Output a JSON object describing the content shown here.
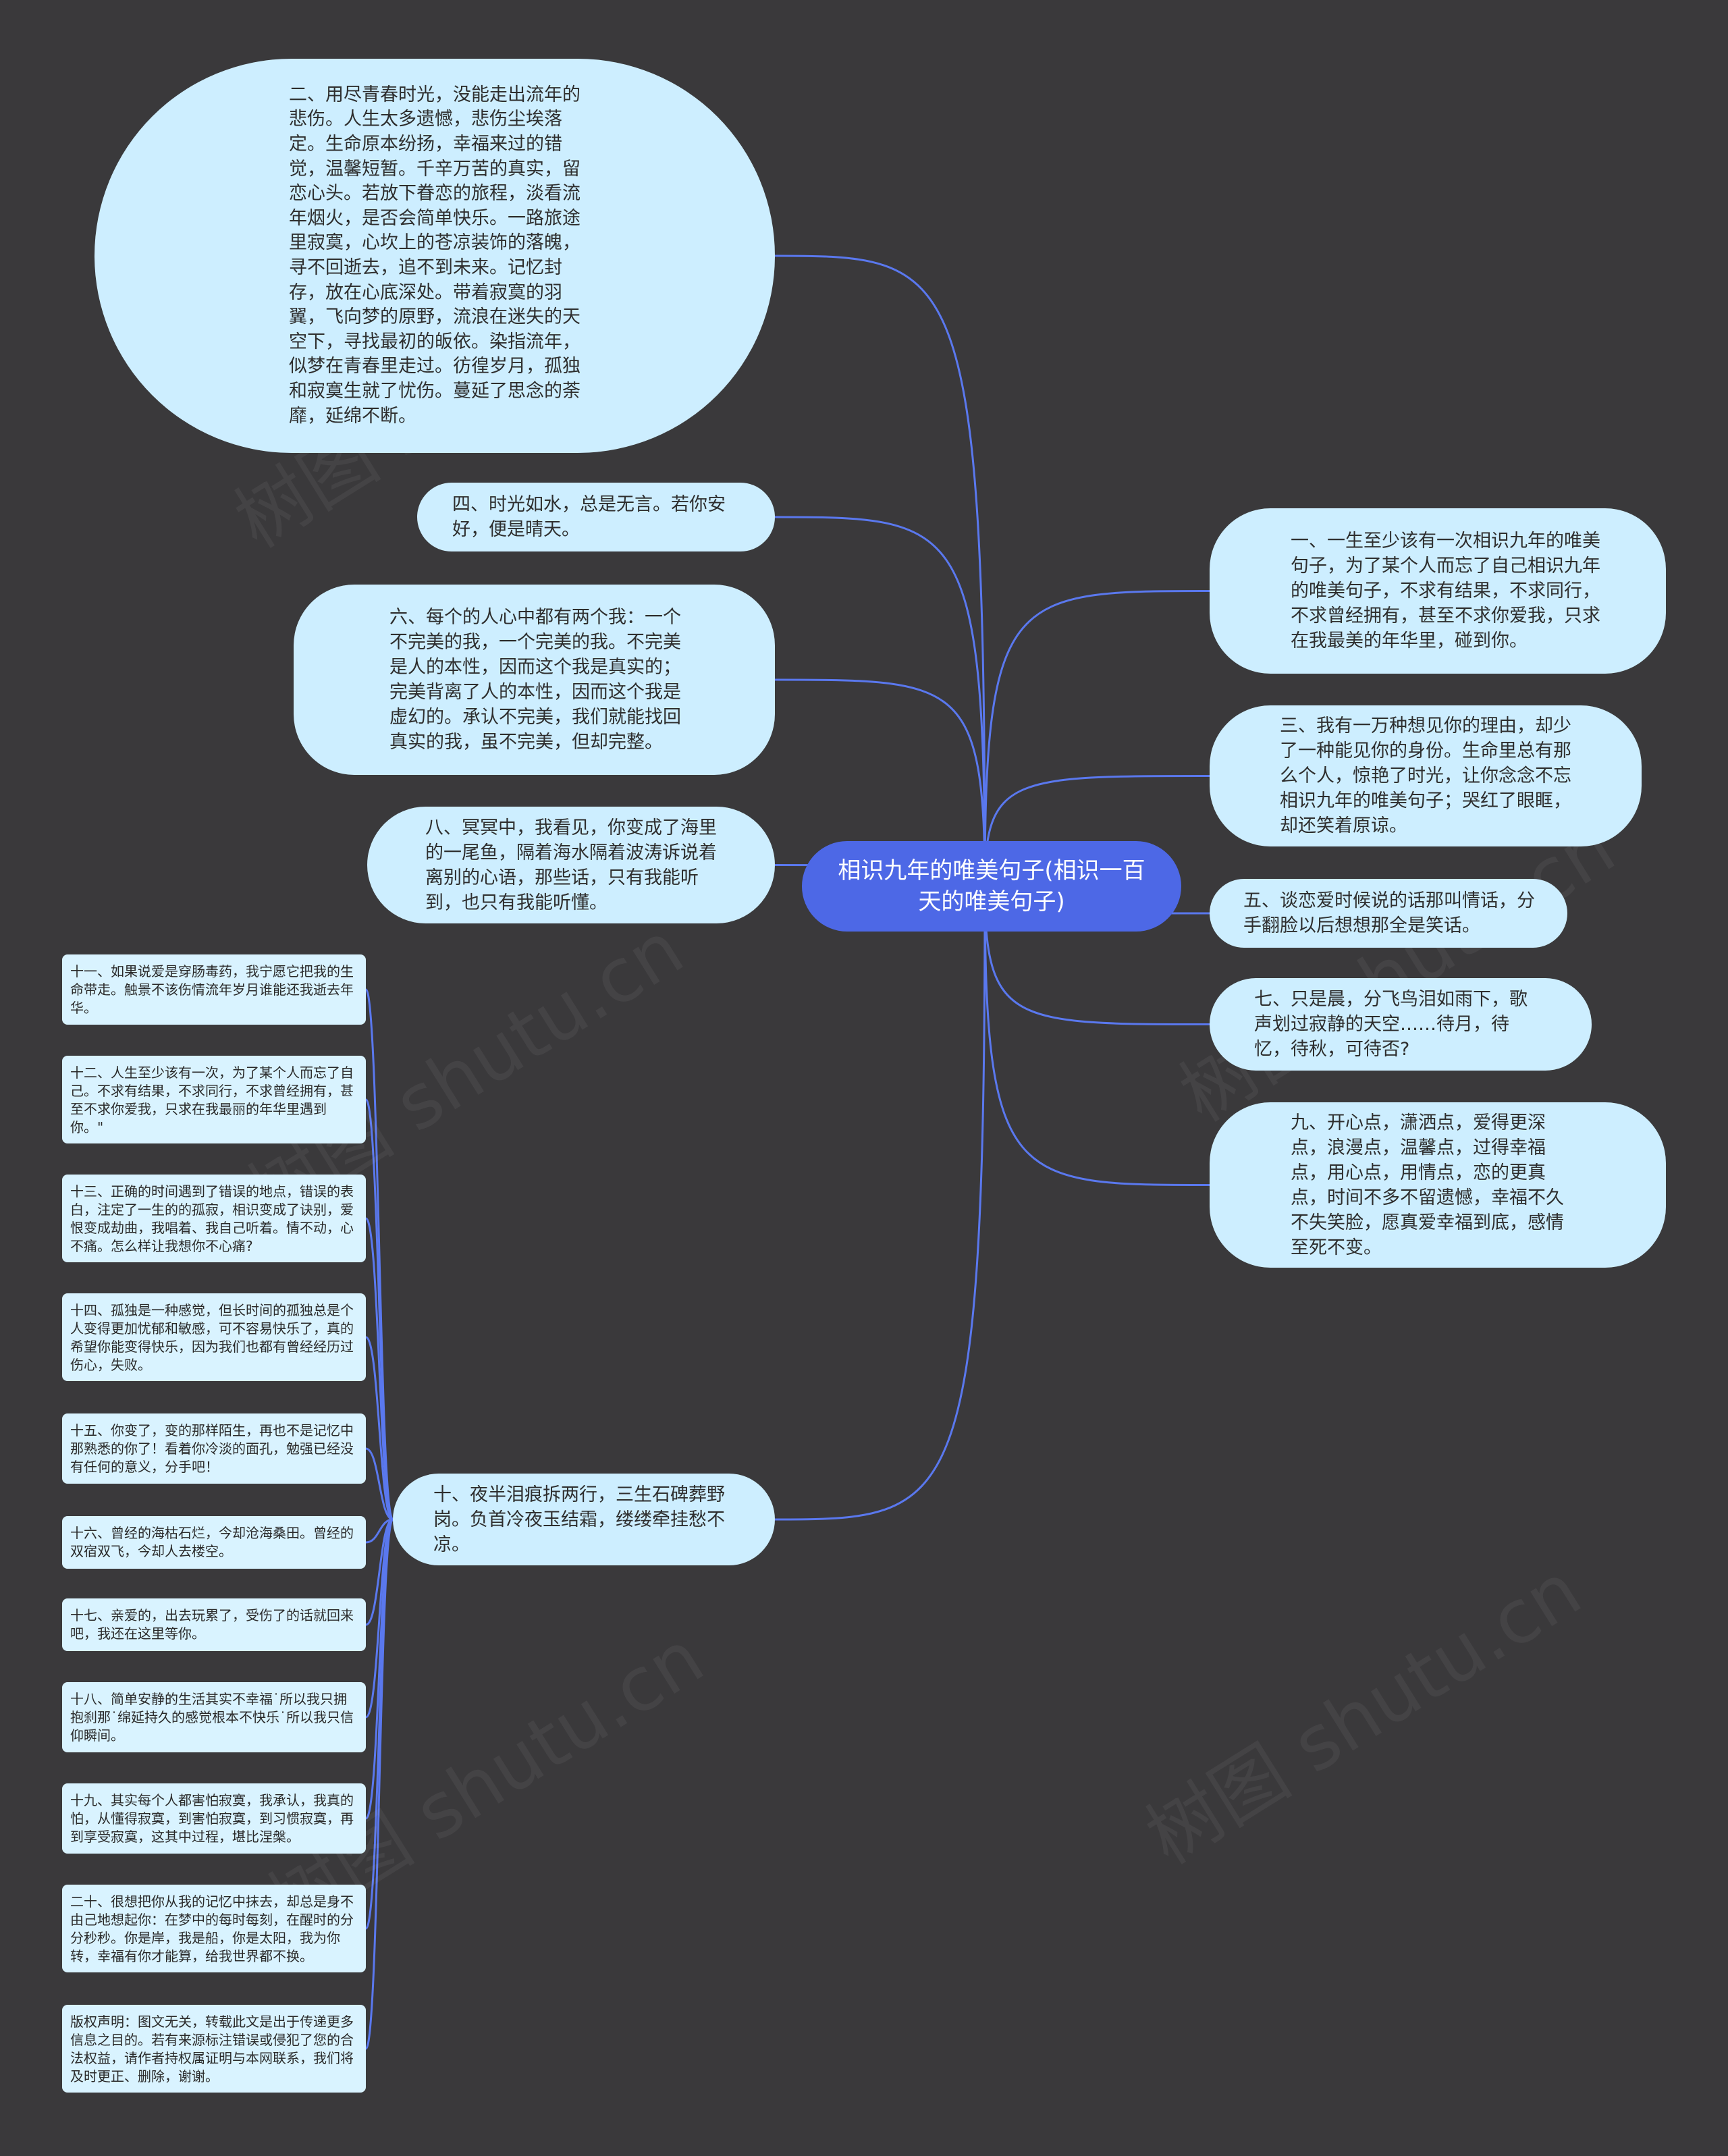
{
  "watermark": "树图 shutu.cn",
  "colors": {
    "background": "#3a393b",
    "center_fill": "#4d68e6",
    "node_fill": "#cdeeff",
    "card_fill": "#d9f3ff",
    "link": "#5a78ee"
  },
  "center": {
    "title": "相识九年的唯美句子(相识一百天的唯美句子)"
  },
  "left_nodes": [
    {
      "id": "n2",
      "text": "二、用尽青春时光，没能走出流年的悲伤。人生太多遗憾，悲伤尘埃落定。生命原本纷扬，幸福来过的错觉，温馨短暂。千辛万苦的真实，留恋心头。若放下眷恋的旅程，淡看流年烟火，是否会简单快乐。一路旅途里寂寞，心坎上的苍凉装饰的落魄，寻不回逝去，追不到未来。记忆封存，放在心底深处。带着寂寞的羽翼，飞向梦的原野，流浪在迷失的天空下，寻找最初的皈依。染指流年，似梦在青春里走过。彷徨岁月，孤独和寂寞生就了忧伤。蔓延了思念的荼靡，延绵不断。"
    },
    {
      "id": "n4",
      "text": "四、时光如水，总是无言。若你安好，便是晴天。"
    },
    {
      "id": "n6",
      "text": "六、每个的人心中都有两个我：一个不完美的我，一个完美的我。不完美是人的本性，因而这个我是真实的；完美背离了人的本性，因而这个我是虚幻的。承认不完美，我们就能找回真实的我，虽不完美，但却完整。"
    },
    {
      "id": "n8",
      "text": "八、冥冥中，我看见，你变成了海里的一尾鱼，隔着海水隔着波涛诉说着离别的心语，那些话，只有我能听到，也只有我能听懂。"
    },
    {
      "id": "n10",
      "text": "十、夜半泪痕拆两行，三生石碑葬野岗。负首冷夜玉结霜，缕缕牵挂愁不凉。"
    }
  ],
  "right_nodes": [
    {
      "id": "n1",
      "text": "一、一生至少该有一次相识九年的唯美句子，为了某个人而忘了自己相识九年的唯美句子，不求有结果，不求同行，不求曾经拥有，甚至不求你爱我，只求在我最美的年华里，碰到你。"
    },
    {
      "id": "n3",
      "text": "三、我有一万种想见你的理由，却少了一种能见你的身份。生命里总有那么个人，惊艳了时光，让你念念不忘相识九年的唯美句子；哭红了眼眶，却还笑着原谅。"
    },
    {
      "id": "n5",
      "text": "五、谈恋爱时候说的话那叫情话，分手翻脸以后想想那全是笑话。"
    },
    {
      "id": "n7",
      "text": "七、只是晨，分飞鸟泪如雨下，歌声划过寂静的天空……待月，待忆，待秋，可待否?"
    },
    {
      "id": "n9",
      "text": "九、开心点，潇洒点，爱得更深点，浪漫点，温馨点，过得幸福点，用心点，用情点，恋的更真点，时间不多不留遗憾，幸福不久不失笑脸，愿真爱幸福到底，感情至死不变。"
    }
  ],
  "sub_cards": [
    {
      "id": "c11",
      "text": "十一、如果说爱是穿肠毒药，我宁愿它把我的生命带走。触景不该伤情流年岁月谁能还我逝去年华。"
    },
    {
      "id": "c12",
      "text": "十二、人生至少该有一次，为了某个人而忘了自己。不求有结果，不求同行，不求曾经拥有，甚至不求你爱我，只求在我最丽的年华里遇到你。\""
    },
    {
      "id": "c13",
      "text": "十三、正确的时间遇到了错误的地点，错误的表白，注定了一生的的孤寂，相识变成了诀别，爱恨变成劫曲，我唱着、我自己听着。情不动，心不痛。怎么样让我想你不心痛?"
    },
    {
      "id": "c14",
      "text": "十四、孤独是一种感觉，但长时间的孤独总是个人变得更加忧郁和敏感，可不容易快乐了，真的希望你能变得快乐，因为我们也都有曾经经历过伤心，失败。"
    },
    {
      "id": "c15",
      "text": "十五、你变了，变的那样陌生，再也不是记忆中那熟悉的你了！看着你冷淡的面孔，勉强已经没有任何的意义，分手吧！"
    },
    {
      "id": "c16",
      "text": "十六、曾经的海枯石烂，今却沧海桑田。曾经的双宿双飞，今却人去楼空。"
    },
    {
      "id": "c17",
      "text": "十七、亲爱的，出去玩累了，受伤了的话就回来吧，我还在这里等你。"
    },
    {
      "id": "c18",
      "text": "十八、简单安静的生活其实不幸福˙所以我只拥抱刹那˙绵延持久的感觉根本不快乐˙所以我只信仰瞬间。"
    },
    {
      "id": "c19",
      "text": "十九、其实每个人都害怕寂寞，我承认，我真的怕，从懂得寂寞，到害怕寂寞，到习惯寂寞，再到享受寂寞，这其中过程，堪比涅槃。"
    },
    {
      "id": "c20",
      "text": "二十、很想把你从我的记忆中抹去，却总是身不由己地想起你：在梦中的每时每刻，在醒时的分分秒秒。你是岸，我是船，你是太阳，我为你转，幸福有你才能算，给我世界都不换。"
    },
    {
      "id": "c21",
      "text": "版权声明：图文无关，转载此文是出于传递更多信息之目的。若有来源标注错误或侵犯了您的合法权益，请作者持权属证明与本网联系，我们将及时更正、删除，谢谢。"
    }
  ]
}
